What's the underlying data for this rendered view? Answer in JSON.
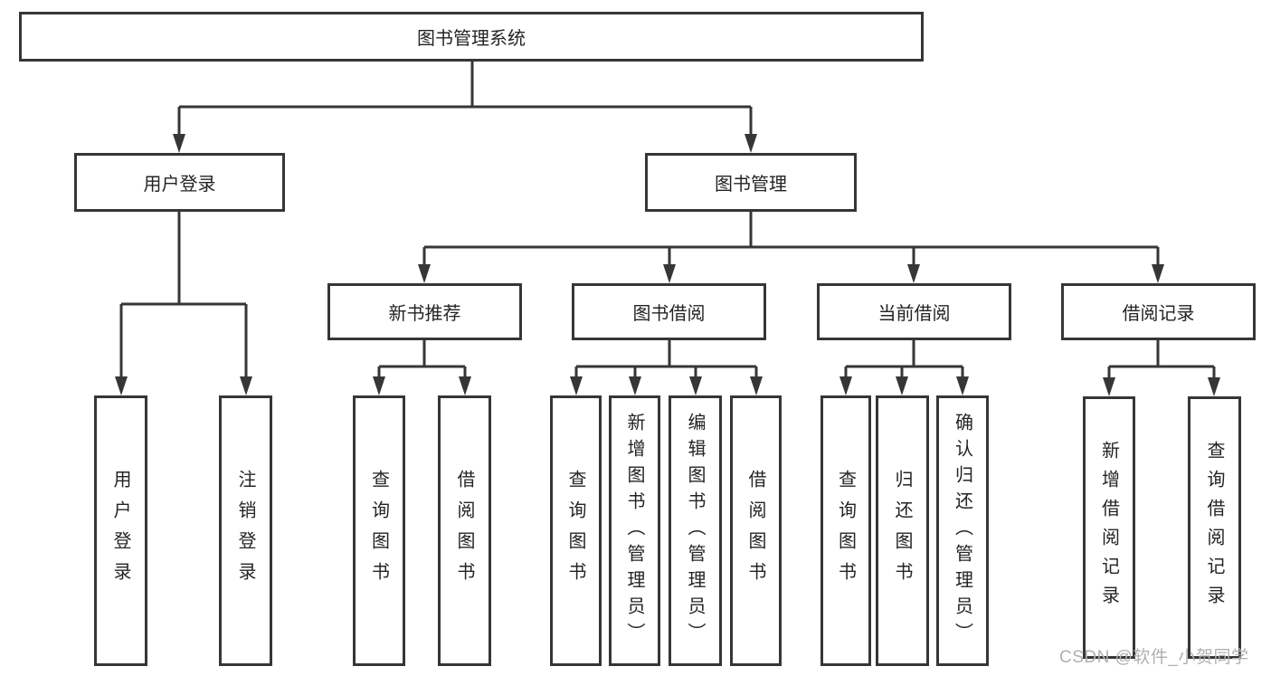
{
  "title": "图书管理系统",
  "tree": {
    "label": "图书管理系统",
    "children": [
      {
        "label": "用户登录",
        "children": [
          {
            "label": "用户登录"
          },
          {
            "label": "注销登录"
          }
        ]
      },
      {
        "label": "图书管理",
        "children": [
          {
            "label": "新书推荐",
            "children": [
              {
                "label": "查询图书"
              },
              {
                "label": "借阅图书"
              }
            ]
          },
          {
            "label": "图书借阅",
            "children": [
              {
                "label": "查询图书"
              },
              {
                "label": "新增图书（管理员）"
              },
              {
                "label": "编辑图书（管理员）"
              },
              {
                "label": "借阅图书"
              }
            ]
          },
          {
            "label": "当前借阅",
            "children": [
              {
                "label": "查询图书"
              },
              {
                "label": "归还图书"
              },
              {
                "label": "确认归还（管理员）"
              }
            ]
          },
          {
            "label": "借阅记录",
            "children": [
              {
                "label": "新增借阅记录"
              },
              {
                "label": "查询借阅记录"
              }
            ]
          }
        ]
      }
    ]
  },
  "watermark": {
    "text": "CSDN @软件_小贺同学"
  },
  "colors": {
    "background": "#ffffff",
    "line": "#363636",
    "box_border": "#363636",
    "text": "#242424",
    "watermark": "#b0b0b0"
  }
}
